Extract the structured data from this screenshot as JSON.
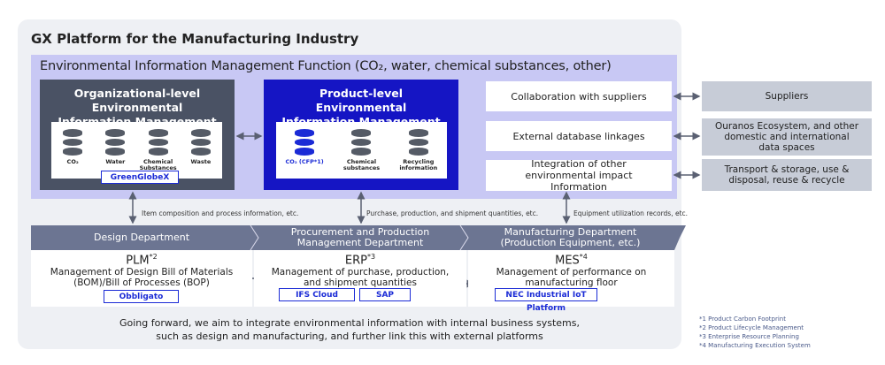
{
  "title": "GX Platform for the Manufacturing Industry",
  "env_header": "Environmental Information Management Function (CO₂, water, chemical substances, other)",
  "org": {
    "title": "Organizational-level Environmental Information Management",
    "items": [
      "CO₂",
      "Water",
      "Chemical Substances",
      "Waste"
    ],
    "product": "GreenGlobeX"
  },
  "prod": {
    "title": "Product-level Environmental Information Management",
    "items": [
      "CO₂ (CFP*1)",
      "Chemical substances",
      "Recycling information"
    ]
  },
  "functions": [
    "Collaboration with suppliers",
    "External database linkages",
    "Integration of other environmental impact Information"
  ],
  "external": [
    "Suppliers",
    "Ouranos Ecosystem, and other domestic and international data spaces",
    "Transport & storage, use & disposal, reuse & recycle"
  ],
  "flows": [
    "Item composition and process information, etc.",
    "Purchase, production, and shipment quantities, etc.",
    "Equipment utilization records, etc."
  ],
  "departments": [
    {
      "name": "Design Department",
      "system": "PLM",
      "note": "*2",
      "desc": "Management of Design Bill of Materials (BOM)/Bill of Processes (BOP)",
      "products": [
        "Obbligato"
      ]
    },
    {
      "name": "Procurement and Production Management Department",
      "system": "ERP",
      "note": "*3",
      "desc": "Management of purchase, production, and shipment quantities",
      "products": [
        "IFS Cloud",
        "SAP"
      ]
    },
    {
      "name": "Manufacturing Department (Production Equipment, etc.)",
      "system": "MES",
      "note": "*4",
      "desc": "Management of performance on manufacturing floor",
      "products": [
        "NEC Industrial IoT Platform"
      ]
    }
  ],
  "footer": [
    "Going forward, we aim to integrate environmental information with internal business systems,",
    "such as design and manufacturing, and further link this with external platforms"
  ],
  "footnotes": [
    "*1 Product Carbon Footprint",
    "*2 Product Lifecycle Management",
    "*3 Enterprise Resource Planning",
    "*4 Manufacturing Execution System"
  ]
}
